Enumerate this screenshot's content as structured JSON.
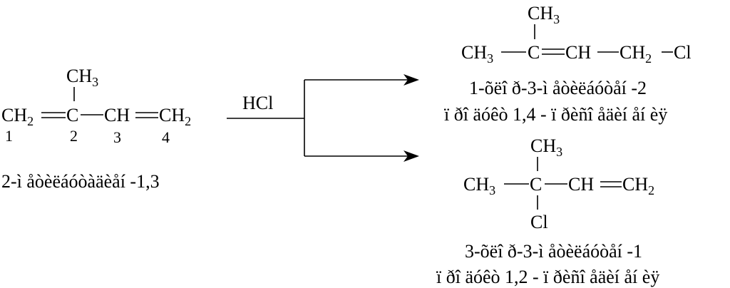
{
  "reactant": {
    "atoms": [
      "CH",
      "2",
      "C",
      "CH",
      "CH",
      "2",
      "CH",
      "3"
    ],
    "numbers": [
      "1",
      "2",
      "3",
      "4"
    ],
    "name": "2-ì åòèëáóòàäèåí -1,3"
  },
  "reagent": "HCl",
  "product_1": {
    "atoms": [
      "CH",
      "3",
      "C",
      "CH",
      "CH",
      "2",
      "Cl",
      "CH",
      "3"
    ],
    "name": "1-õëî ð-3-ì åòèëáóòåí -2",
    "note": "ï ðî äóêò 1,4 - ï ðèñî åäèí åí èÿ"
  },
  "product_2": {
    "atoms": [
      "CH",
      "3",
      "C",
      "CH",
      "CH",
      "2",
      "CH",
      "3",
      "Cl"
    ],
    "name": "3-õëî ð-3-ì åòèëáóòåí -1",
    "note": "ï ðî äóêò 1,2 - ï ðèñî åäèí åí èÿ"
  }
}
